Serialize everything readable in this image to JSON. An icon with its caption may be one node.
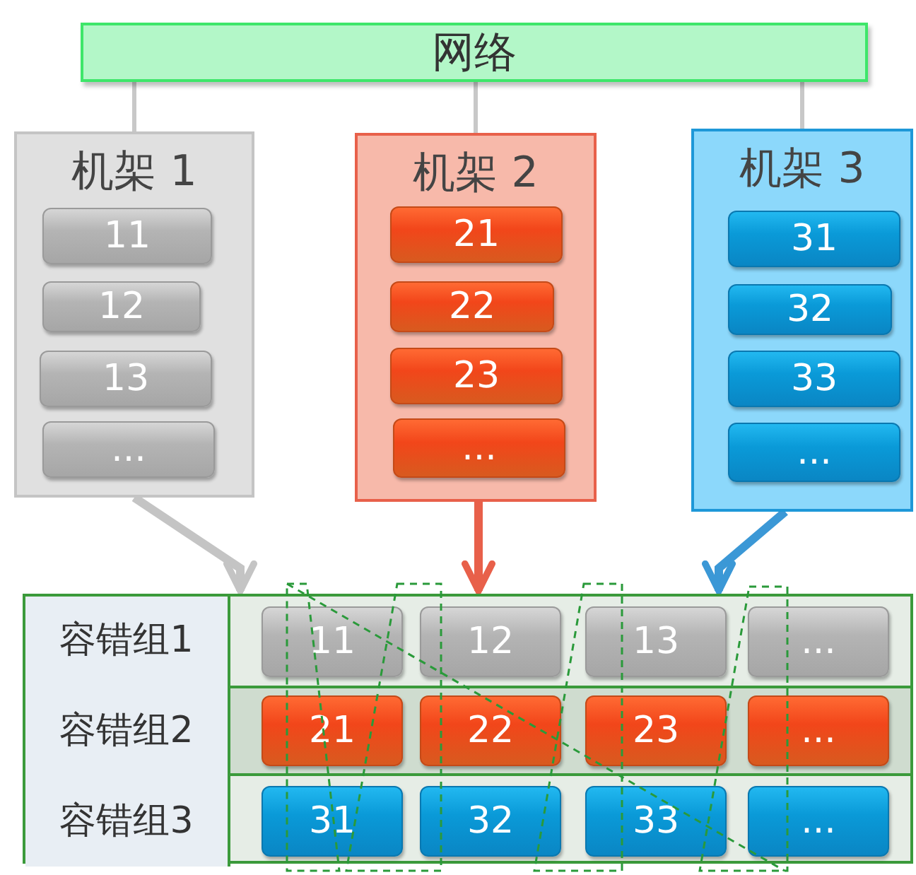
{
  "diagram": {
    "nodes": [
      {
        "text": [
          "网络"
        ]
      },
      {
        "text": [
          "机架 1"
        ]
      },
      {
        "text": [
          "11"
        ],
        "in": 1
      },
      {
        "text": [
          "12"
        ],
        "in": 1
      },
      {
        "text": [
          "13"
        ],
        "in": 1
      },
      {
        "text": [
          "..."
        ],
        "in": 1
      },
      {
        "text": [
          "机架 2"
        ]
      },
      {
        "text": [
          "21"
        ],
        "in": 6
      },
      {
        "text": [
          "22"
        ],
        "in": 6
      },
      {
        "text": [
          "23"
        ],
        "in": 6
      },
      {
        "text": [
          "..."
        ],
        "in": 6
      },
      {
        "text": [
          "机架 3"
        ]
      },
      {
        "text": [
          "31"
        ],
        "in": 11
      },
      {
        "text": [
          "32"
        ],
        "in": 11
      },
      {
        "text": [
          "33"
        ],
        "in": 11
      },
      {
        "text": [
          "..."
        ],
        "in": 11
      },
      {
        "text": [],
        "shape": "box"
      },
      {
        "text": [
          "容错组1"
        ],
        "in": 16
      },
      {
        "text": [
          "11"
        ],
        "in": 16
      },
      {
        "text": [
          "12"
        ],
        "in": 16
      },
      {
        "text": [
          "13"
        ],
        "in": 16
      },
      {
        "text": [
          "..."
        ],
        "in": 16
      },
      {
        "text": [
          "容错组2"
        ],
        "in": 16
      },
      {
        "text": [
          "21"
        ],
        "in": 16
      },
      {
        "text": [
          "22"
        ],
        "in": 16
      },
      {
        "text": [
          "23"
        ],
        "in": 16
      },
      {
        "text": [
          "..."
        ],
        "in": 16
      },
      {
        "text": [
          "容错组3"
        ],
        "in": 16
      },
      {
        "text": [
          "31"
        ],
        "in": 16
      },
      {
        "text": [
          "32"
        ],
        "in": 16
      },
      {
        "text": [
          "33"
        ],
        "in": 16
      },
      {
        "text": [
          "..."
        ],
        "in": 16
      }
    ],
    "edges": [
      {
        "from": 0,
        "to": 1,
        "arrow": "none"
      },
      {
        "from": 0,
        "to": 6,
        "arrow": "none"
      },
      {
        "from": 0,
        "to": 11,
        "arrow": "none"
      },
      {
        "from": 1,
        "to": 16,
        "arrow": "to",
        "style": "thick",
        "color": "#c4c4c4"
      },
      {
        "from": 6,
        "to": 16,
        "arrow": "to",
        "style": "thick",
        "color": "#e8604a"
      },
      {
        "from": 11,
        "to": 16,
        "arrow": "to",
        "style": "thick",
        "color": "#3b98d6"
      }
    ]
  }
}
